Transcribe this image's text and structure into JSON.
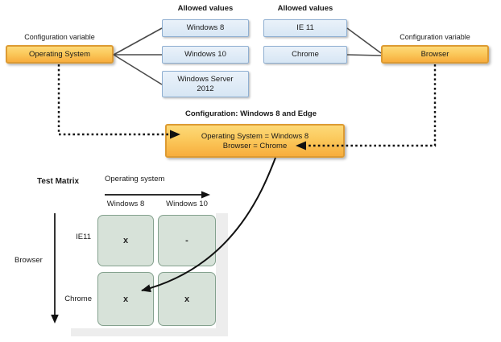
{
  "groups": {
    "os": {
      "label": "Configuration variable",
      "variable": "Operating System",
      "allowed_title": "Allowed values",
      "values": [
        "Windows 8",
        "Windows 10",
        "Windows Server 2012"
      ]
    },
    "browser": {
      "label": "Configuration variable",
      "variable": "Browser",
      "allowed_title": "Allowed values",
      "values": [
        "IE 11",
        "Chrome"
      ]
    }
  },
  "configuration": {
    "title": "Configuration: Windows 8 and Edge",
    "lines": [
      "Operating System = Windows 8",
      "Browser = Chrome"
    ]
  },
  "test_matrix": {
    "title": "Test Matrix",
    "x_axis_label": "Operating system",
    "y_axis_label": "Browser",
    "columns": [
      "Windows 8",
      "Windows 10"
    ],
    "rows": [
      "IE11",
      "Chrome"
    ],
    "cells": [
      [
        "x",
        "-"
      ],
      [
        "x",
        "x"
      ]
    ]
  },
  "colors": {
    "orange_fill_top": "#fdda78",
    "orange_fill_bottom": "#f7ad3d",
    "orange_border": "#dd9b33",
    "blue_fill": "#dce9f5",
    "blue_border": "#8fafd1",
    "cell_fill": "#d7e2d9",
    "cell_border": "#84a18e",
    "connector_gray": "#4a4a4a",
    "arrow_black": "#111111",
    "matrix_shadow": "#ededed"
  }
}
